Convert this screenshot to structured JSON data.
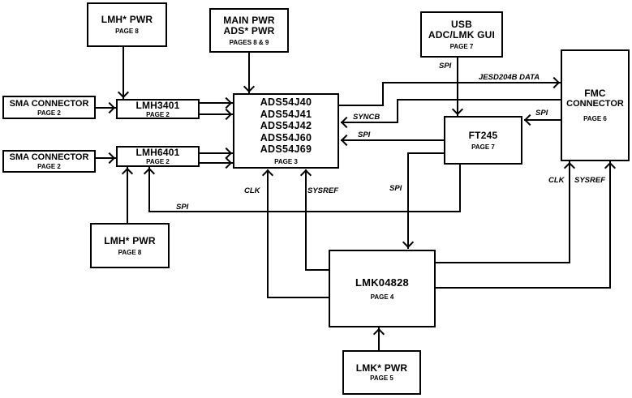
{
  "diagram": {
    "background_color": "#ffffff",
    "line_color": "#000000",
    "boxes": {
      "lmh_pwr_top": {
        "title": "LMH* PWR",
        "page": "PAGE 8"
      },
      "main_pwr": {
        "title_line1": "MAIN PWR",
        "title_line2": "ADS* PWR",
        "page": "PAGES 8 & 9"
      },
      "usb_gui": {
        "title_line1": "USB",
        "title_line2": "ADC/LMK GUI",
        "page": "PAGE 7"
      },
      "sma_top": {
        "title": "SMA CONNECTOR",
        "page": "PAGE 2"
      },
      "lmh3401": {
        "title": "LMH3401",
        "page": "PAGE 2"
      },
      "sma_bot": {
        "title": "SMA CONNECTOR",
        "page": "PAGE 2"
      },
      "lmh6401": {
        "title": "LMH6401",
        "page": "PAGE 2"
      },
      "ads": {
        "lines": [
          "ADS54J40",
          "ADS54J41",
          "ADS54J42",
          "ADS54J60",
          "ADS54J69"
        ],
        "page": "PAGE 3"
      },
      "ft245": {
        "title": "FT245",
        "page": "PAGE 7"
      },
      "fmc": {
        "title_line1": "FMC",
        "title_line2": "CONNECTOR",
        "page": "PAGE 6"
      },
      "lmh_pwr_bot": {
        "title": "LMH* PWR",
        "page": "PAGE 8"
      },
      "lmk04828": {
        "title": "LMK04828",
        "page": "PAGE 4"
      },
      "lmk_pwr": {
        "title": "LMK* PWR",
        "page": "PAGE 5"
      }
    },
    "signal_labels": {
      "spi_usb_ft245": "SPI",
      "jesd204b_data": "JESD204B DATA",
      "syncb": "SYNCB",
      "spi_fmc_ft245": "SPI",
      "spi_ft245_ads": "SPI",
      "spi_ft245_lmk": "SPI",
      "spi_ft245_lmh": "SPI",
      "clk_ads": "CLK",
      "sysref_ads": "SYSREF",
      "clk_fmc": "CLK",
      "sysref_fmc": "SYSREF"
    }
  }
}
